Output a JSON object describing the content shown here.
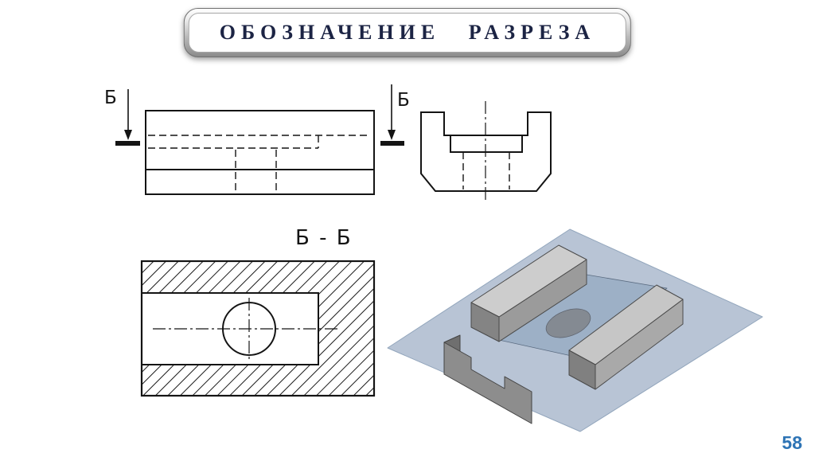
{
  "slide": {
    "title": "ОБОЗНАЧЕНИЕ РАЗРЕЗА",
    "page_number": "58"
  },
  "labels": {
    "section_arrow_left": "Б",
    "section_arrow_right": "Б",
    "section_view_title": "Б - Б"
  },
  "colors": {
    "drawing_line": "#141414",
    "title_text": "#1c2444",
    "page_number": "#2e74b5",
    "cutting_plane": "#b6c3d4",
    "part_light": "#cdcdcd",
    "part_medium": "#9b9b9b",
    "part_cut_face": "#848484"
  }
}
